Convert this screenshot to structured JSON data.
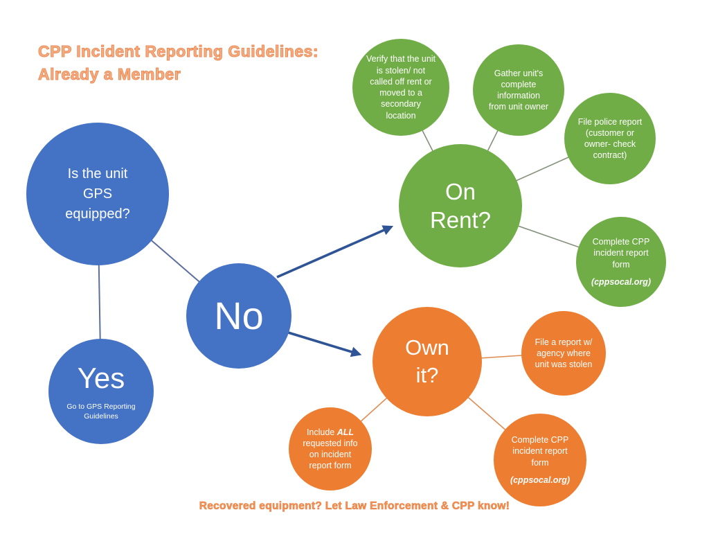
{
  "title": {
    "line1": "CPP Incident Reporting Guidelines:",
    "line2": "Already a Member"
  },
  "footer": {
    "text": "Recovered equipment? Let Law Enforcement & CPP know!"
  },
  "colors": {
    "node_blue": "#4472C4",
    "node_green": "#70AD47",
    "node_orange": "#ED7D31",
    "title_orange": "#EC8A55",
    "arrow_blue": "#2F5496",
    "connector_blue": "#5B6E9E",
    "connector_green": "#84917C",
    "connector_orange": "#E08B52"
  },
  "nodes": {
    "gps": {
      "lines": [
        "Is the unit",
        "GPS",
        "equipped?"
      ]
    },
    "yes": {
      "label": "Yes",
      "sublabel": "Go to GPS Reporting Guidelines"
    },
    "no": {
      "label": "No"
    },
    "on_rent": {
      "lines": [
        "On",
        "Rent?"
      ]
    },
    "own_it": {
      "lines": [
        "Own",
        "it?"
      ]
    },
    "verify": {
      "label": "Verify that the unit is stolen/ not called off rent or moved to a secondary location"
    },
    "gather": {
      "label": "Gather unit's complete information from unit owner"
    },
    "police": {
      "label": "File police report (customer or owner- check contract)"
    },
    "complete_rent": {
      "label": "Complete CPP incident report form",
      "sublabel": "(cppsocal.org)"
    },
    "file_agency": {
      "label": "File a report w/ agency where unit was stolen"
    },
    "include_all": {
      "pre": "Include",
      "emph": "ALL",
      "post": "requested info on incident report form"
    },
    "complete_own": {
      "label": "Complete CPP incident report form",
      "sublabel": "(cppsocal.org)"
    }
  }
}
